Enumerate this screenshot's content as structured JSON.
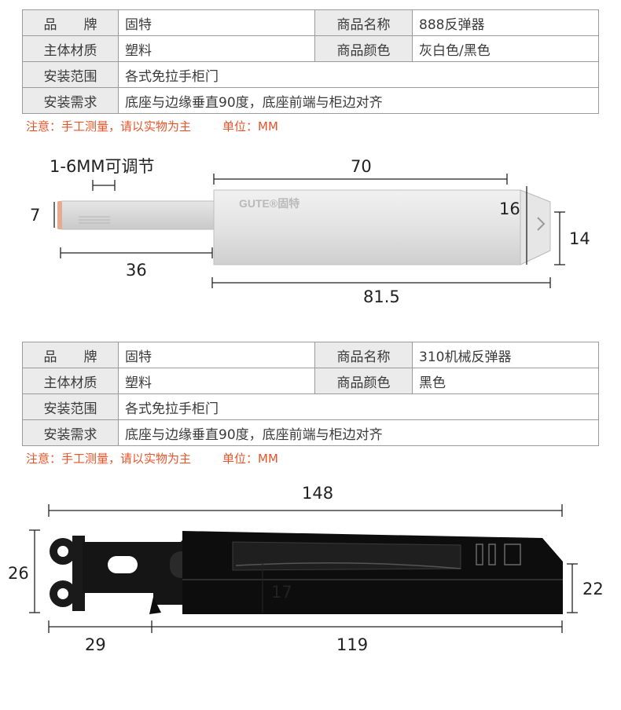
{
  "table1": {
    "brand_label": "品　　牌",
    "brand": "固特",
    "name_label": "商品名称",
    "name": "888反弹器",
    "material_label": "主体材质",
    "material": "塑料",
    "color_label": "商品颜色",
    "color": "灰白色/黑色",
    "scope_label": "安装范围",
    "scope": "各式免拉手柜门",
    "req_label": "安装需求",
    "req": "底座与边缘垂直90度，底座前端与柜边对齐"
  },
  "note1": {
    "text": "注意：手工测量，请以实物为主",
    "unit": "单位：MM"
  },
  "product1": {
    "logo": "GUTE®固特",
    "dims": {
      "adjust": "1-6MM可调节",
      "d7": "7",
      "d70": "70",
      "d16": "16",
      "d14": "14",
      "d36": "36",
      "d815": "81.5"
    }
  },
  "table2": {
    "brand_label": "品　　牌",
    "brand": "固特",
    "name_label": "商品名称",
    "name": "310机械反弹器",
    "material_label": "主体材质",
    "material": "塑料",
    "color_label": "商品颜色",
    "color": "黑色",
    "scope_label": "安装范围",
    "scope": "各式免拉手柜门",
    "req_label": "安装需求",
    "req": "底座与边缘垂直90度，底座前端与柜边对齐"
  },
  "note2": {
    "text": "注意：手工测量，请以实物为主",
    "unit": "单位：MM"
  },
  "product2": {
    "dims": {
      "d148": "148",
      "d26": "26",
      "d17": "17",
      "d22": "22",
      "d29": "29",
      "d119": "119"
    }
  }
}
